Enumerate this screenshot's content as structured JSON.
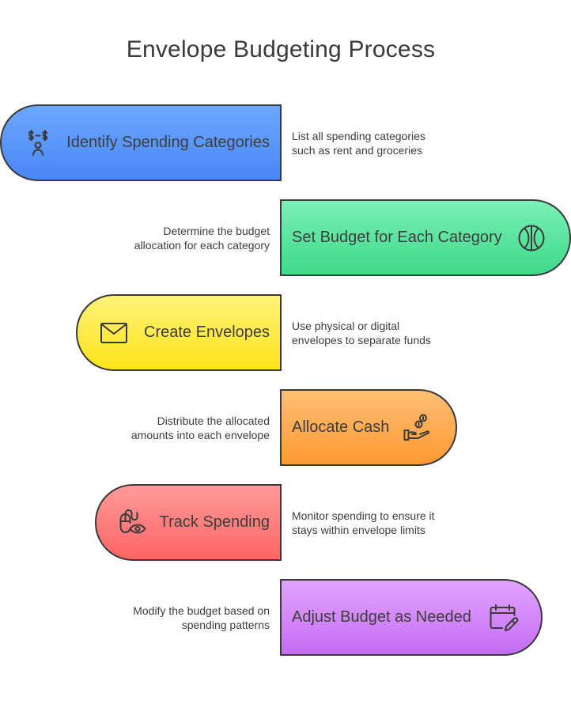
{
  "title": "Envelope Budgeting Process",
  "steps": [
    {
      "label": "Identify Spending Categories",
      "icon": "money-person-icon",
      "color_top": "#6aa8ff",
      "color_bottom": "#4a86f5",
      "desc": [
        "List all spending categories",
        "such as rent and groceries"
      ]
    },
    {
      "label": "Set Budget for Each Category",
      "icon": "ball-icon",
      "color_top": "#7af0b5",
      "color_bottom": "#3fd98a",
      "desc": [
        "Determine the budget",
        "allocation for each category"
      ]
    },
    {
      "label": "Create Envelopes",
      "icon": "envelope-icon",
      "color_top": "#fff27a",
      "color_bottom": "#ffe41a",
      "desc": [
        "Use physical or digital",
        "envelopes to separate funds"
      ]
    },
    {
      "label": "Allocate Cash",
      "icon": "coins-hand-icon",
      "color_top": "#ffbe73",
      "color_bottom": "#ff9a33",
      "desc": [
        "Distribute the allocated",
        "amounts into each envelope"
      ]
    },
    {
      "label": "Track Spending",
      "icon": "mouse-eye-icon",
      "color_top": "#ff9a9a",
      "color_bottom": "#ff6464",
      "desc": [
        "Monitor spending to ensure it",
        "stays within envelope limits"
      ]
    },
    {
      "label": "Adjust Budget as Needed",
      "icon": "calendar-edit-icon",
      "color_top": "#e2a4ff",
      "color_bottom": "#c56cf3",
      "desc": [
        "Modify the budget based on",
        "spending patterns"
      ]
    }
  ]
}
